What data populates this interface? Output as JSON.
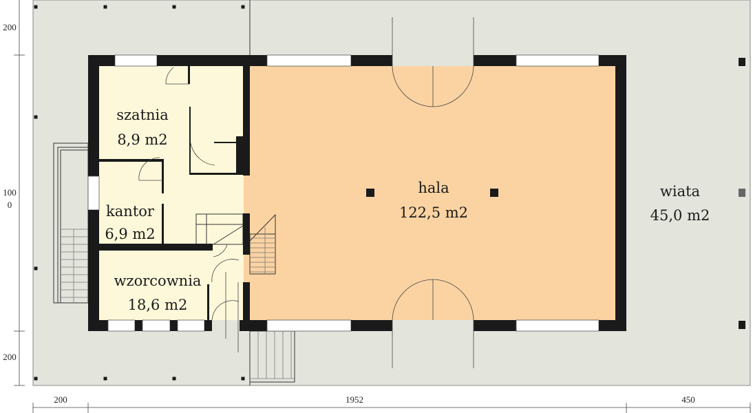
{
  "rooms": [
    {
      "name": "szatnia",
      "area": "8,9 m2"
    },
    {
      "name": "kantor",
      "area": "6,9 m2"
    },
    {
      "name": "wzorcownia",
      "area": "18,6 m2"
    },
    {
      "name": "hala",
      "area": "122,5 m2"
    },
    {
      "name": "wiata",
      "area": "45,0 m2"
    }
  ],
  "dimensions": {
    "left": [
      "200",
      "100",
      "0",
      "200"
    ],
    "bottom": [
      "200",
      "1952",
      "450"
    ]
  },
  "colors": {
    "terrace": "#e3e5dd",
    "small_rooms": "#fdf8da",
    "hall": "#fbd3a2",
    "walls": "#1a1a1a"
  }
}
